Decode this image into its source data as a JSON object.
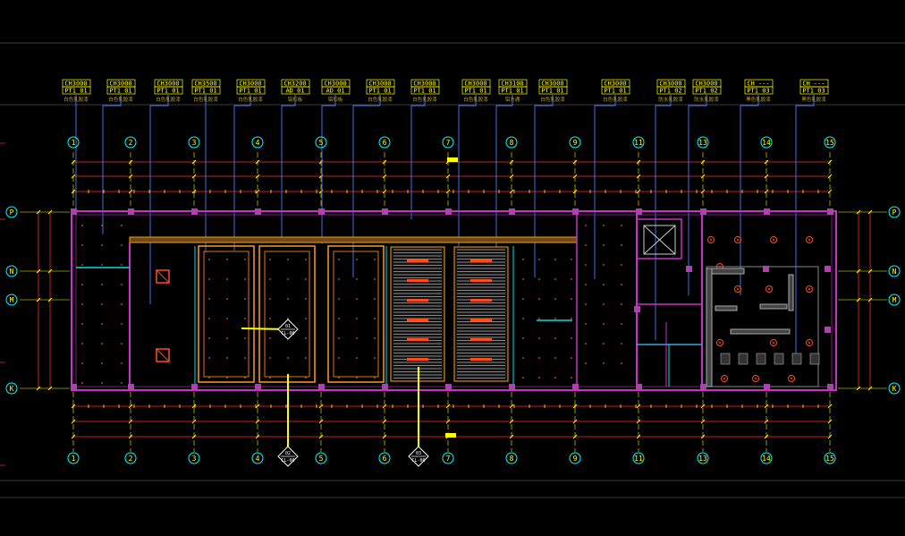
{
  "drawing": {
    "title": "CAD ceiling plan",
    "colors": {
      "background": "#000000",
      "wall": "#c832c8",
      "column": "#b040b0",
      "axis": "#ffff00",
      "grid_bubble": "#00ffff",
      "tag_text": "#ffff00",
      "leader": "#4a7dff",
      "fixture": "#ff4d1a",
      "panel_orange": "#ff9a1a",
      "panel_cyan": "#00e0e0",
      "wood_strip": "#b0b0b0",
      "dim_red": "#c81e1e",
      "frame": "#555555"
    }
  },
  "grid_columns": [
    "1",
    "2",
    "3",
    "4",
    "5",
    "6",
    "7",
    "8",
    "9",
    "11",
    "13",
    "14",
    "15"
  ],
  "grid_rows": [
    "P",
    "N",
    "M",
    "K"
  ],
  "material_tags": [
    {
      "code": "CH3000",
      "mat": "PT1 01",
      "desc": "白色乳胶漆"
    },
    {
      "code": "CH3000",
      "mat": "PT1 01",
      "desc": "白色乳胶漆"
    },
    {
      "code": "CH3000",
      "mat": "PT1 01",
      "desc": "白色乳胶漆"
    },
    {
      "code": "CH3500",
      "mat": "PT1 01",
      "desc": "白色乳胶漆"
    },
    {
      "code": "CH3000",
      "mat": "PT1 01",
      "desc": "白色乳胶漆"
    },
    {
      "code": "CH3200",
      "mat": "AD 01",
      "desc": "铝扣板"
    },
    {
      "code": "CH3000",
      "mat": "AD 01",
      "desc": "铝扣板"
    },
    {
      "code": "CH3000",
      "mat": "PT1 01",
      "desc": "白色乳胶漆"
    },
    {
      "code": "CH3000",
      "mat": "PT1 01",
      "desc": "白色乳胶漆"
    },
    {
      "code": "CH3000",
      "mat": "PT1 01",
      "desc": "白色乳胶漆"
    },
    {
      "code": "CH3100",
      "mat": "PT1 01",
      "desc": "铝方通"
    },
    {
      "code": "CH3000",
      "mat": "PT1 01",
      "desc": "白色乳胶漆"
    },
    {
      "code": "CH3000",
      "mat": "PT1 01",
      "desc": "白色乳胶漆"
    },
    {
      "code": "CH3000",
      "mat": "PT1 02",
      "desc": "防水乳胶漆"
    },
    {
      "code": "CH3000",
      "mat": "PT1 02",
      "desc": "防水乳胶漆"
    },
    {
      "code": "CH ---",
      "mat": "PT1 03",
      "desc": "黑色乳胶漆"
    },
    {
      "code": "CH ---",
      "mat": "PT1 03",
      "desc": "黑色乳胶漆"
    }
  ],
  "section_marks": [
    {
      "num": "01",
      "ref": "CL-00"
    },
    {
      "num": "02",
      "ref": "CL-00"
    },
    {
      "num": "03",
      "ref": "CL-00"
    }
  ]
}
